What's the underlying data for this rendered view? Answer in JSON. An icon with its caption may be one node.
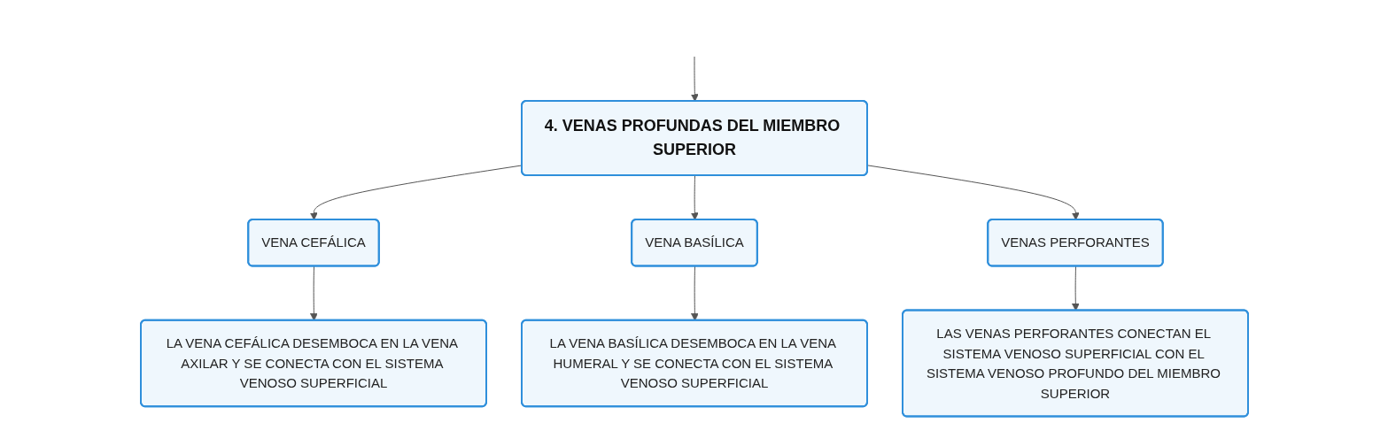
{
  "diagram": {
    "nodes": [
      {
        "text": [
          "4. VENAS PROFUNDAS DEL MIEMBRO SUPERIOR"
        ]
      },
      {
        "text": [
          "VENA CEFÁLICA"
        ]
      },
      {
        "text": [
          "VENA BASÍLICA"
        ]
      },
      {
        "text": [
          "VENAS PERFORANTES"
        ]
      },
      {
        "text": [
          "LA VENA CEFÁLICA DESEMBOCA EN LA VENA AXILAR Y SE CONECTA CON EL SISTEMA VENOSO SUPERFICIAL"
        ]
      },
      {
        "text": [
          "LA VENA BASÍLICA DESEMBOCA EN LA VENA HUMERAL Y SE CONECTA CON EL SISTEMA VENOSO SUPERFICIAL"
        ]
      },
      {
        "text": [
          "LAS VENAS PERFORANTES CONECTAN EL SISTEMA VENOSO SUPERFICIAL CON EL SISTEMA VENOSO PROFUNDO DEL MIEMBRO SUPERIOR"
        ]
      }
    ],
    "edges": [
      {
        "from": null,
        "to": 0,
        "arrow": "to"
      },
      {
        "from": 0,
        "to": 1,
        "arrow": "to"
      },
      {
        "from": 0,
        "to": 2,
        "arrow": "to"
      },
      {
        "from": 0,
        "to": 3,
        "arrow": "to"
      },
      {
        "from": 1,
        "to": 4,
        "arrow": "to"
      },
      {
        "from": 2,
        "to": 5,
        "arrow": "to"
      },
      {
        "from": 3,
        "to": 6,
        "arrow": "to"
      }
    ]
  }
}
